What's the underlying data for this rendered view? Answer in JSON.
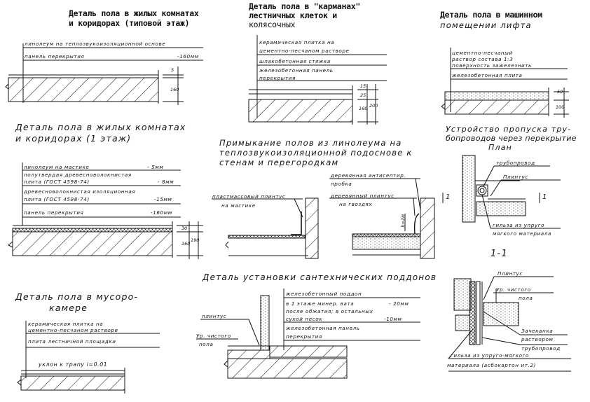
{
  "details": {
    "residential_typical": {
      "title_line1": "Деталь пола в жилых комнатах",
      "title_line2": "и коридорах (типовой этаж)",
      "layers": [
        "линолеум на теплозвукоизоляционной основе",
        "панель перекрытия",
        "-160мм"
      ],
      "dims": [
        "5",
        "160"
      ]
    },
    "stair_pockets": {
      "title_line1": "Деталь пола в \"карманах\"",
      "title_line2": "лестничных клеток и",
      "title_line3": "колясочных",
      "layers": [
        "керамическая плитка на",
        "цементно-песчаном растворе",
        "шлакобетонная стяжка",
        "железобетонная панель",
        "перекрытия"
      ],
      "dims": [
        "15",
        "25",
        "160",
        "200"
      ]
    },
    "elevator_room": {
      "title_line1": "Деталь пола в машинном",
      "title_line2": "помещении лифта",
      "layers": [
        "цементно-песчаный",
        "раствор состава 1:3",
        "поверхность зажелезнить",
        "железобетонная плита"
      ],
      "dims": [
        "50",
        "100"
      ]
    },
    "residential_first_floor": {
      "title_line1": "Деталь пола в жилых комнатах",
      "title_line2": "и коридорах (1 этаж)",
      "layers": [
        {
          "text": "линолеум на мастике",
          "value": "- 5мм"
        },
        {
          "text": "полутвердая древесноволокнистая",
          "value": ""
        },
        {
          "text": "плита (ГОСТ 4598-74)",
          "value": "- 8мм"
        },
        {
          "text": "древесноволокнистая изоляционная",
          "value": ""
        },
        {
          "text": "плита (ГОСТ 4598-74)",
          "value": "-15мм"
        },
        {
          "text": "панель перекрытия",
          "value": "-160мм"
        }
      ],
      "dims": [
        "30",
        "160",
        "190"
      ]
    },
    "junction": {
      "title_line1": "Примыкание полов из линолеума на",
      "title_line2": "теплозвукоизоляционной подоснове к",
      "title_line3": "стенам и перегородкам",
      "left_label1": "пластмассовый плинтус",
      "left_label2": "на мастике",
      "right_label1": "деревянная антисептир.",
      "right_label2": "пробка",
      "right_label3": "деревянный плинтус",
      "right_label4": "на гвоздях",
      "right_dim": "h=2м"
    },
    "pipe_passage": {
      "title_line1": "Устройство пропуска тру-",
      "title_line2": "бопроводов через перекрытие",
      "plan_label": "План",
      "label_pipe": "трубопровод",
      "label_plinth": "Плинтус",
      "label_sleeve1": "гильза из упруго",
      "label_sleeve2": "мягкого материала",
      "section_mark": "1",
      "section_title": "1-1"
    },
    "garbage_chamber": {
      "title_line1": "Деталь пола в мусоро-",
      "title_line2": "камере",
      "layers": [
        "керамическая плитка на",
        "цементно-песчаном растворе",
        "плита лестничной площадки"
      ],
      "slope": "уклон к трапу i=0.01"
    },
    "sanitary_trays": {
      "title": "Деталь установки сантехнических поддонов",
      "layers": [
        {
          "text": "железобетонный поддон",
          "value": ""
        },
        {
          "text": "в 1 этаже минер. вата",
          "value": "- 20мм"
        },
        {
          "text": "после обжатия; в остальных",
          "value": ""
        },
        {
          "text": "сухой песок",
          "value": "-10мм"
        },
        {
          "text": "железобетонная панель",
          "value": ""
        },
        {
          "text": "перекрытия",
          "value": ""
        }
      ],
      "label_plinth": "плинтус",
      "label_level1": "Ур. чистого",
      "label_level2": "пола"
    },
    "section_1_1": {
      "label_plinth": "Плинтус",
      "label_level1": "Ур. чистого",
      "label_level2": "пола",
      "label_caulk1": "Зачеканка",
      "label_caulk2": "раствором",
      "label_pipe": "трубопровод",
      "label_sleeve1": "гильза из упруго-мягкого",
      "label_sleeve2": "материала (асбокартон ит.2)"
    }
  },
  "colors": {
    "ink": "#111111",
    "paper": "#ffffff"
  }
}
